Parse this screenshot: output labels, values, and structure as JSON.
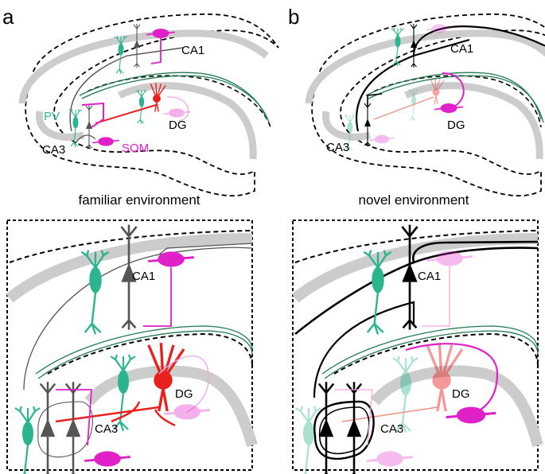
{
  "panels": [
    {
      "letter": "a",
      "region_labels": {
        "ca1": "CA1",
        "dg": "DG",
        "ca3": "CA3"
      },
      "cell_labels": {
        "pv": "PV",
        "som": "SOM"
      },
      "caption": "familiar environment",
      "zoom_labels": {
        "ca1": "CA1",
        "dg": "DG",
        "ca3": "CA3"
      }
    },
    {
      "letter": "b",
      "region_labels": {
        "ca1": "CA1",
        "dg": "DG",
        "ca3": "CA3"
      },
      "caption": "novel environment",
      "zoom_labels": {
        "ca1": "CA1",
        "dg": "DG",
        "ca3": "CA3"
      }
    }
  ],
  "colors": {
    "pv": "#2bb58f",
    "som": "#e020c8",
    "granule": "#e8201e",
    "pyramidal_familiar": "#555555",
    "pyramidal_novel": "#000000",
    "tract": "#1f7a4f",
    "layer": "#cccccc"
  }
}
